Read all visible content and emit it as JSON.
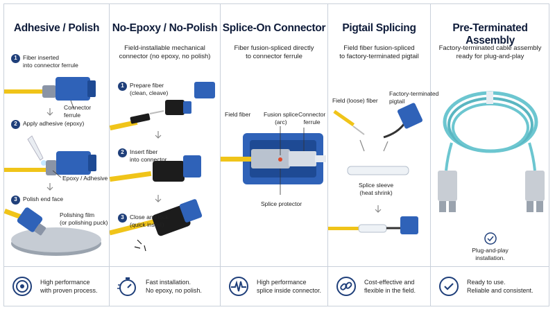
{
  "panels": [
    {
      "title": "Adhesive / Polish",
      "steps": [
        {
          "num": "1",
          "text": "Fiber inserted\ninto connector ferrule"
        },
        {
          "num": "2",
          "text": "Apply adhesive (epoxy)"
        },
        {
          "num": "3",
          "text": "Polish end face"
        }
      ],
      "labels": {
        "ferrule": "Connector ferrule",
        "epoxy": "Epoxy / Adhesive",
        "film": "Polishing film\n(or polishing puck)"
      },
      "footer": {
        "text": "High performance\nwith proven process.",
        "icon": "target-icon"
      }
    },
    {
      "title": "No-Epoxy / No-Polish",
      "subtitle": "Field-installable mechanical\nconnector (no epoxy, no polish)",
      "steps": [
        {
          "num": "1",
          "text": "Prepare fiber\n(clean, cleave)"
        },
        {
          "num": "2",
          "text": "Insert fiber\ninto connector"
        },
        {
          "num": "3",
          "text": "Close and lock\n(quick install)"
        }
      ],
      "footer": {
        "text": "Fast installation.\nNo epoxy, no polish.",
        "icon": "stopwatch-icon"
      }
    },
    {
      "title": "Splice-On Connector",
      "subtitle": "Fiber fusion-spliced directly\nto connector ferrule",
      "labels": {
        "field": "Field fiber",
        "splice": "Fusion splice\n(arc)",
        "ferrule": "Connector\nferrule",
        "protector": "Splice protector"
      },
      "footer": {
        "text": "High performance\nsplice inside connector.",
        "icon": "pulse-icon"
      }
    },
    {
      "title": "Pigtail Splicing",
      "subtitle": "Field fiber fusion-spliced\nto factory-terminated pigtail",
      "labels": {
        "field": "Field (loose) fiber",
        "pigtail": "Factory-terminated\npigtail",
        "sleeve": "Splice sleeve\n(heat shrink)"
      },
      "footer": {
        "text": "Cost-effective and\nflexible in the field.",
        "icon": "link-icon"
      }
    },
    {
      "title": "Pre-Terminated Assembly",
      "subtitle": "Factory-terminated cable assembly\nready for plug-and-play",
      "badge": "Plug-and-play\ninstallation.",
      "footer": {
        "text": "Ready to use.\nReliable and consistent.",
        "icon": "check-circle-icon"
      }
    }
  ],
  "colors": {
    "accent": "#1f3f7a",
    "connector": "#2f62b8",
    "fiber": "#f0c419",
    "cable": "#6cc6d0"
  }
}
